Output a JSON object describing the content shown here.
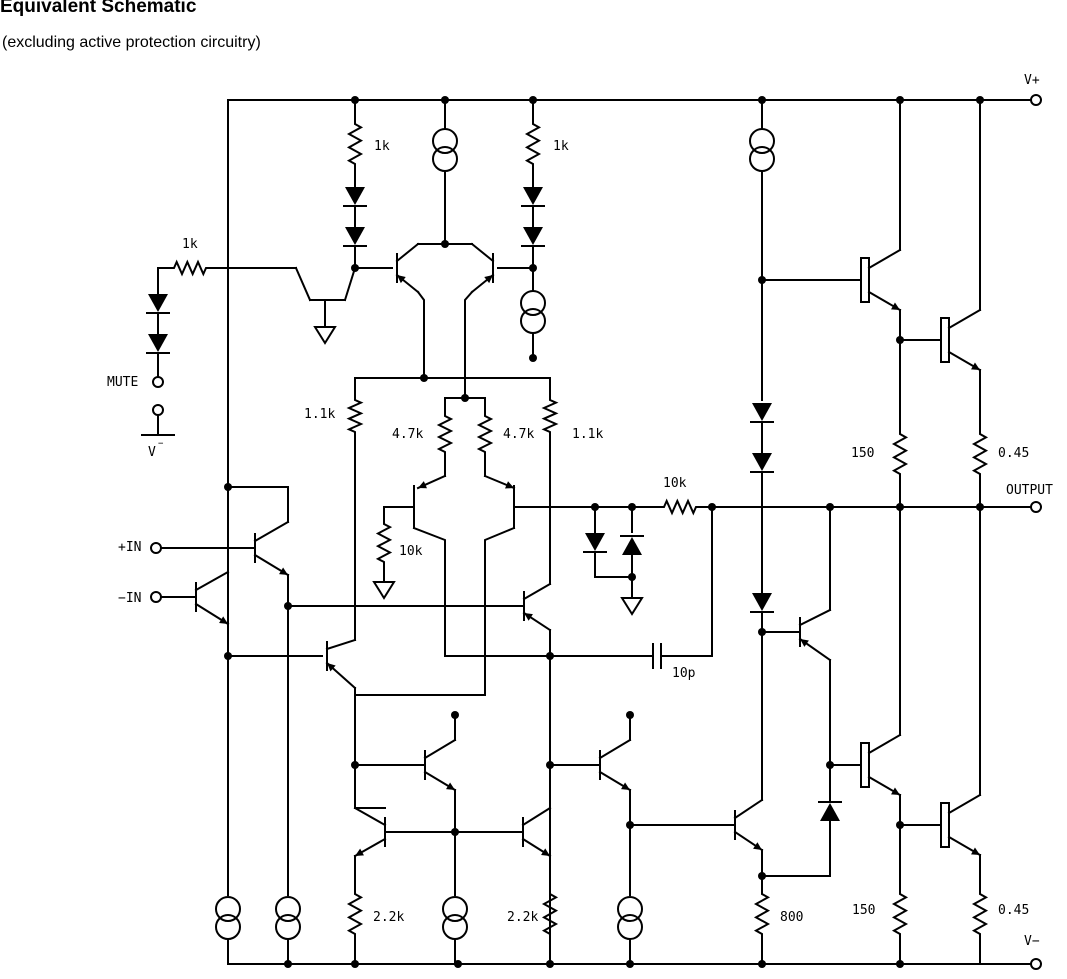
{
  "header": {
    "title": "Equivalent Schematic",
    "subtitle": "(excluding active protection circuitry)"
  },
  "terminals": {
    "vplus": "V+",
    "vminus": "V−",
    "output": "OUTPUT",
    "mute": "MUTE",
    "in_pos": "+IN",
    "in_neg": "−IN",
    "mute_v": "V",
    "mute_v_sup": "−"
  },
  "components": {
    "r_mute": "1k",
    "r_top1": "1k",
    "r_top2": "1k",
    "r_left11": "1.1k",
    "r_47a": "4.7k",
    "r_47b": "4.7k",
    "r_right11": "1.1k",
    "r_10k_gnd": "10k",
    "r_10k_fb": "10k",
    "c_10p": "10p",
    "r_150a": "150",
    "r_045a": "0.45",
    "r_22a": "2.2k",
    "r_22b": "2.2k",
    "r_800": "800",
    "r_150b": "150",
    "r_045b": "0.45"
  },
  "colors": {
    "line": "#000000",
    "background": "#ffffff"
  }
}
